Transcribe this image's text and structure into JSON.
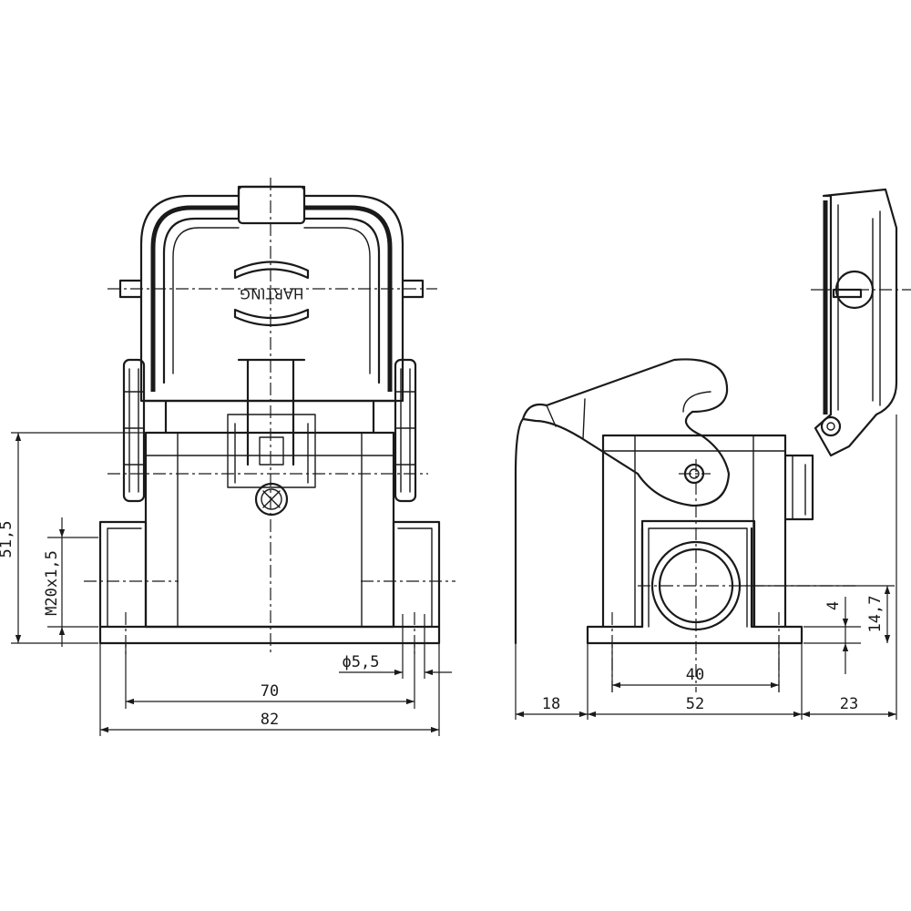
{
  "logo_text": "HARTING",
  "dimensions": {
    "front": {
      "height": "51,5",
      "thread": "M20x1,5",
      "hole": "ϕ5,5",
      "hole_spacing": "70",
      "width": "82"
    },
    "side": {
      "left_overhang": "18",
      "base_width": "52",
      "right_overhang": "23",
      "entry_spacing": "40",
      "step_height": "4",
      "entry_height": "14,7"
    }
  }
}
